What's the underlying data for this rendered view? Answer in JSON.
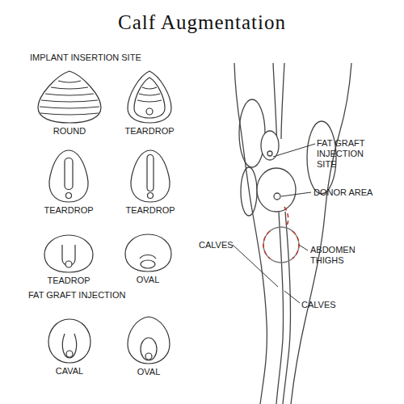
{
  "diagram": {
    "title": "Calf Augmentation",
    "nodes": [
      {
        "text": [
          "ROUND"
        ]
      },
      {
        "text": [
          "TEARDROP"
        ]
      },
      {
        "text": [
          "TEARDROP"
        ]
      },
      {
        "text": [
          "TEARDROP"
        ]
      },
      {
        "text": [
          "TEADROP"
        ]
      },
      {
        "text": [
          "OVAL"
        ]
      },
      {
        "text": [
          "CAVAL"
        ]
      },
      {
        "text": [
          "OVAL"
        ]
      }
    ],
    "labels": [
      "IMPLANT INSERTION SITE",
      "FAT GRAFT INJECTION",
      "FAT GRAFT INJECTION SITE",
      "DONOR AREA",
      "CALVES",
      "ABDOMEN THIGHS",
      "CALVES"
    ]
  }
}
